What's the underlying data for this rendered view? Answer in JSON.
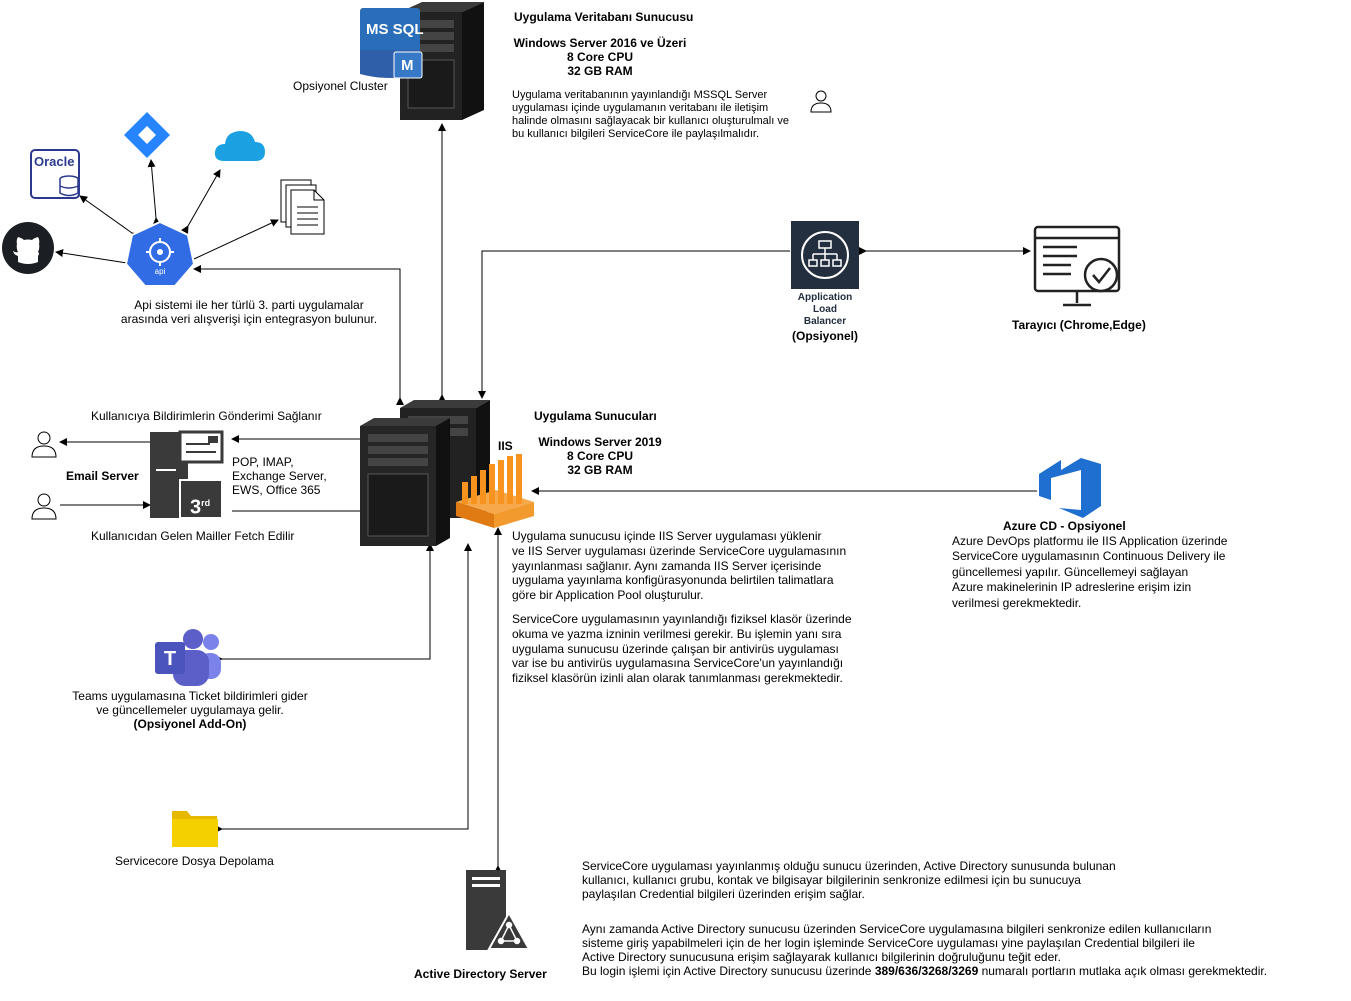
{
  "db_server": {
    "title": "Uygulama Veritabanı Sunucusu",
    "os": "Windows Server 2016 ve Üzeri",
    "cpu": "8 Core CPU",
    "ram": "32 GB RAM",
    "cluster_label": "Opsiyonel Cluster",
    "mssql_label": "MS SQL",
    "mssql_badge": "M",
    "note": [
      "Uygulama veritabanının yayınlandığı MSSQL Server",
      "uygulaması içinde uygulamanın veritabanı ile iletişim",
      "halinde olmasını sağlayacak bir kullanıcı oluşturulmalı ve",
      "bu kullanıcı bilgileri ServiceCore ile paylaşılmalıdır."
    ]
  },
  "api": {
    "badge": "api",
    "oracle_label": "Oracle",
    "description": [
      "Api sistemi ile her türlü 3. parti uygulamalar",
      "arasında veri alışverişi için entegrasyon bulunur."
    ]
  },
  "load_balancer": {
    "label": [
      "Application",
      "Load",
      "Balancer"
    ],
    "optional": "(Opsiyonel)"
  },
  "browser": {
    "label": "Tarayıcı (Chrome,Edge)"
  },
  "email": {
    "top_text": "Kullanıcıya Bildirimlerin Gönderimi Sağlanır",
    "server_label": "Email Server",
    "badge": "3",
    "badge_sup": "rd",
    "protocols": [
      "POP, IMAP,",
      "Exchange Server,",
      "EWS, Office 365"
    ],
    "bottom_text": "Kullanıcıdan Gelen Mailler Fetch Edilir"
  },
  "app_server": {
    "title": "Uygulama Sunucuları",
    "os": "Windows Server 2019",
    "cpu": "8 Core CPU",
    "ram": "32 GB RAM",
    "iis_label": "IIS",
    "note1": [
      "Uygulama sunucusu içinde IIS Server uygulaması yüklenir",
      "ve IIS Server uygulaması üzerinde ServiceCore uygulamasının",
      "yayınlanması sağlanır. Aynı zamanda IIS Server içerisinde",
      "uygulama yayınlama konfigürasyonunda belirtilen talimatlara",
      "göre bir Application Pool oluşturulur."
    ],
    "note2": [
      "ServiceCore uygulamasının yayınlandığı fiziksel klasör üzerinde",
      "okuma ve yazma izninin verilmesi gerekir. Bu işlemin yanı sıra",
      "uygulama sunucusu üzerinde çalışan bir antivirüs uygulaması",
      "var ise bu antivirüs uygulamasına ServiceCore'un yayınlandığı",
      "fiziksel klasörün izinli alan olarak tanımlanması gerekmektedir."
    ]
  },
  "azure": {
    "title": "Azure CD - Opsiyonel",
    "note": [
      "Azure DevOps platformu ile IIS Application üzerinde",
      "ServiceCore uygulamasının Continuous Delivery ile",
      "güncellemesi yapılır. Güncellemeyi sağlayan",
      "Azure makinelerinin IP adreslerine erişim izin",
      "verilmesi gerekmektedir."
    ]
  },
  "teams": {
    "badge": "T",
    "lines": [
      "Teams uygulamasına Ticket bildirimleri gider",
      "ve güncellemeler uygulamaya gelir."
    ],
    "optional": "(Opsiyonel Add-On)"
  },
  "storage": {
    "label": "Servicecore Dosya Depolama"
  },
  "ad": {
    "label": "Active Directory Server",
    "note1": [
      "ServiceCore uygulaması yayınlanmış olduğu sunucu üzerinden, Active Directory sunusunda bulunan",
      "kullanıcı, kullanıcı grubu, kontak ve bilgisayar bilgilerinin senkronize edilmesi için bu sunucuya",
      "paylaşılan Credential bilgileri üzerinden erişim sağlar."
    ],
    "note2": [
      "Aynı zamanda Active Directory sunucusu üzerinden ServiceCore uygulamasına bilgileri senkronize edilen kullanıcıların",
      "sisteme giriş yapabilmeleri için de her login işleminde ServiceCore uygulaması yine paylaşılan Credential bilgileri ile",
      "Active Directory sunucusuna erişim sağlayarak kullanıcı bilgilerinin doğruluğunu teğit eder."
    ],
    "ports_prefix": "Bu login işlemi için Active Directory sunucusu üzerinde ",
    "ports": "389/636/3268/3269",
    "ports_suffix": " numaralı portların mutlaka açık olması gerekmektedir."
  },
  "colors": {
    "jira": "#2684ff",
    "cloud": "#1ba1e2",
    "api": "#326ce5",
    "oracle": "#2b3a8f",
    "iis": "#f7931e",
    "azure": "#1f6fd1",
    "teams": "#5b5fc7",
    "folder": "#f5d000",
    "lb": "#232f3e"
  }
}
